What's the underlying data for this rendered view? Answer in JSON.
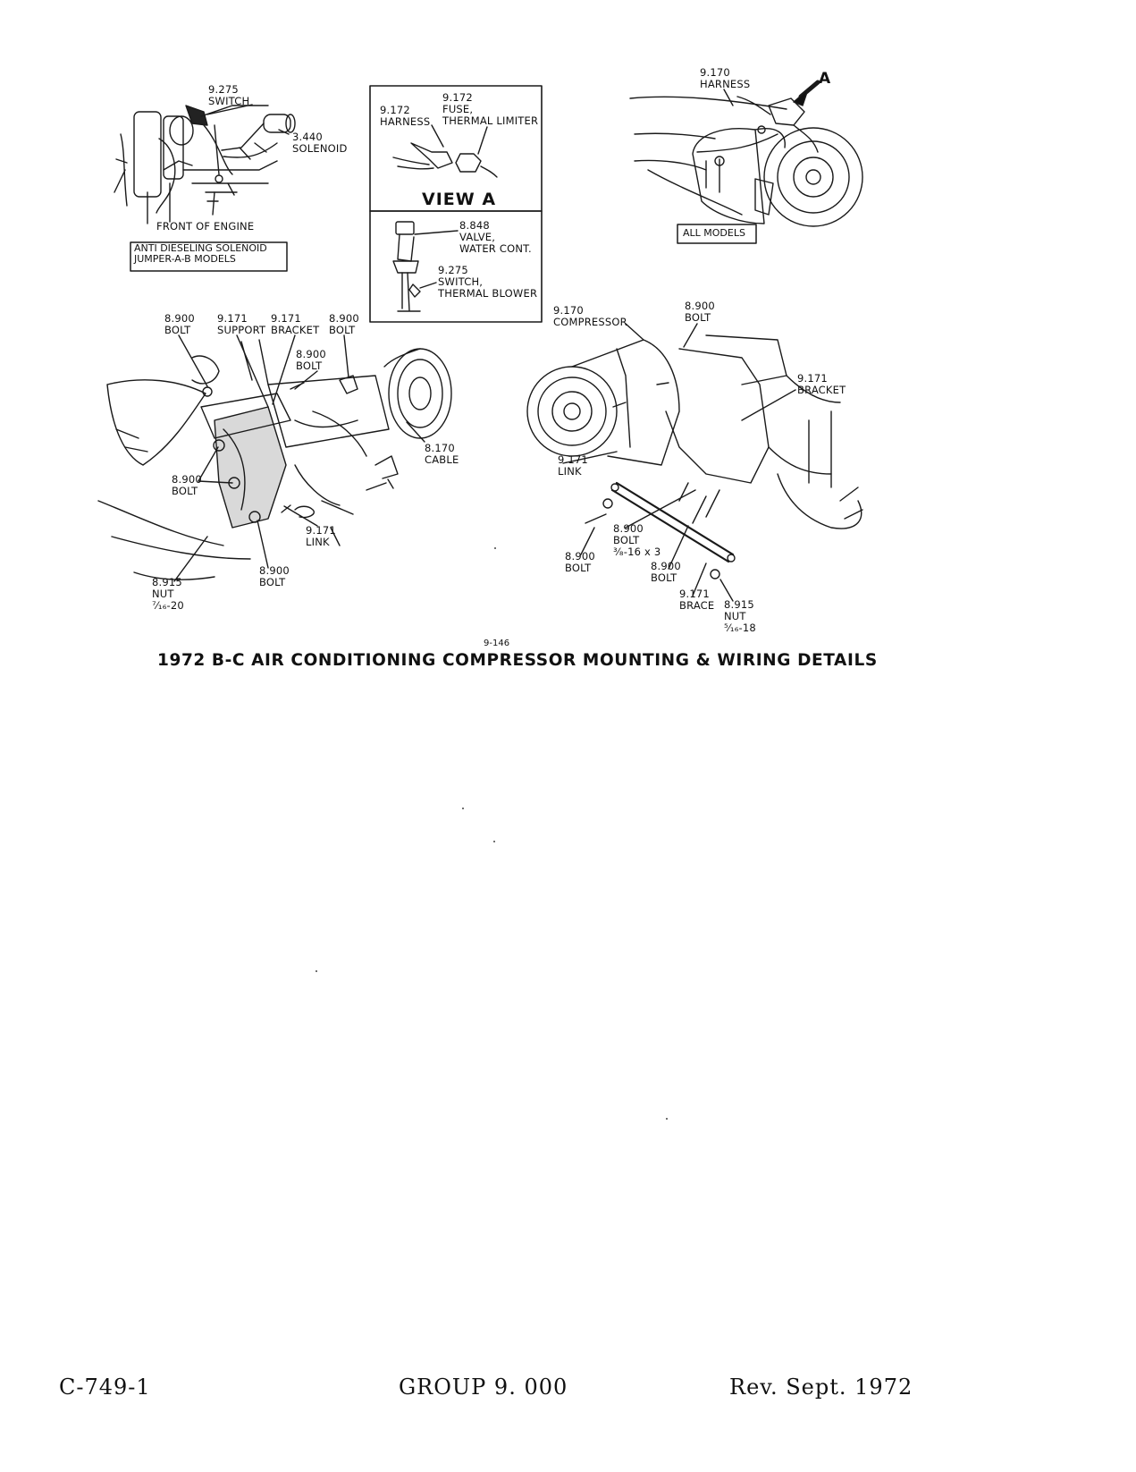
{
  "inset_top_left": {
    "switch_callout": [
      "9.275",
      "SWITCH"
    ],
    "solenoid_callout": [
      "3.440",
      "SOLENOID"
    ],
    "view_label": "FRONT OF ENGINE",
    "boxed_note": [
      "ANTI DIESELING SOLENOID",
      "JUMPER-A-B MODELS"
    ]
  },
  "view_a_box": {
    "harness_callout": [
      "9.172",
      "HARNESS"
    ],
    "fuse_callout": [
      "9.172",
      "FUSE,",
      "THERMAL LIMITER"
    ],
    "title": "VIEW A",
    "valve_callout": [
      "8.848",
      "VALVE,",
      "WATER CONT."
    ],
    "blower_switch_callout": [
      "9.275",
      "SWITCH,",
      "THERMAL BLOWER"
    ]
  },
  "inset_top_right": {
    "harness_callout": [
      "9.170",
      "HARNESS"
    ],
    "arrow_letter": "A",
    "boxed_note": "ALL MODELS"
  },
  "left_assembly": {
    "bolt_top_left": [
      "8.900",
      "BOLT"
    ],
    "support": [
      "9.171",
      "SUPPORT"
    ],
    "bracket": [
      "9.171",
      "BRACKET"
    ],
    "bolt_top_right": [
      "8.900",
      "BOLT"
    ],
    "bolt_mid": [
      "8.900",
      "BOLT"
    ],
    "cable": [
      "8.170",
      "CABLE"
    ],
    "bolt_left": [
      "8.900",
      "BOLT"
    ],
    "link": [
      "9.171",
      "LINK"
    ],
    "bolt_bottom": [
      "8.900",
      "BOLT"
    ],
    "nut": [
      "8.915",
      "NUT",
      "⁷⁄₁₆-20"
    ]
  },
  "right_assembly": {
    "compressor": [
      "9.170",
      "COMPRESSOR"
    ],
    "bolt_top": [
      "8.900",
      "BOLT"
    ],
    "bracket": [
      "9.171",
      "BRACKET"
    ],
    "link": [
      "9.171",
      "LINK"
    ],
    "bolt_mid": [
      "8.900",
      "BOLT",
      "³⁄₈-16 x 3"
    ],
    "bolt_left": [
      "8.900",
      "BOLT"
    ],
    "bolt_right": [
      "8.900",
      "BOLT"
    ],
    "brace": [
      "9.171",
      "BRACE"
    ],
    "nut": [
      "8.915",
      "NUT",
      "⁵⁄₁₆-18"
    ]
  },
  "figure_number": "9-146",
  "caption": "1972 B-C AIR CONDITIONING COMPRESSOR MOUNTING & WIRING DETAILS",
  "footer": {
    "left": "C-749-1",
    "center": "GROUP 9. 000",
    "right": "Rev. Sept. 1972"
  }
}
